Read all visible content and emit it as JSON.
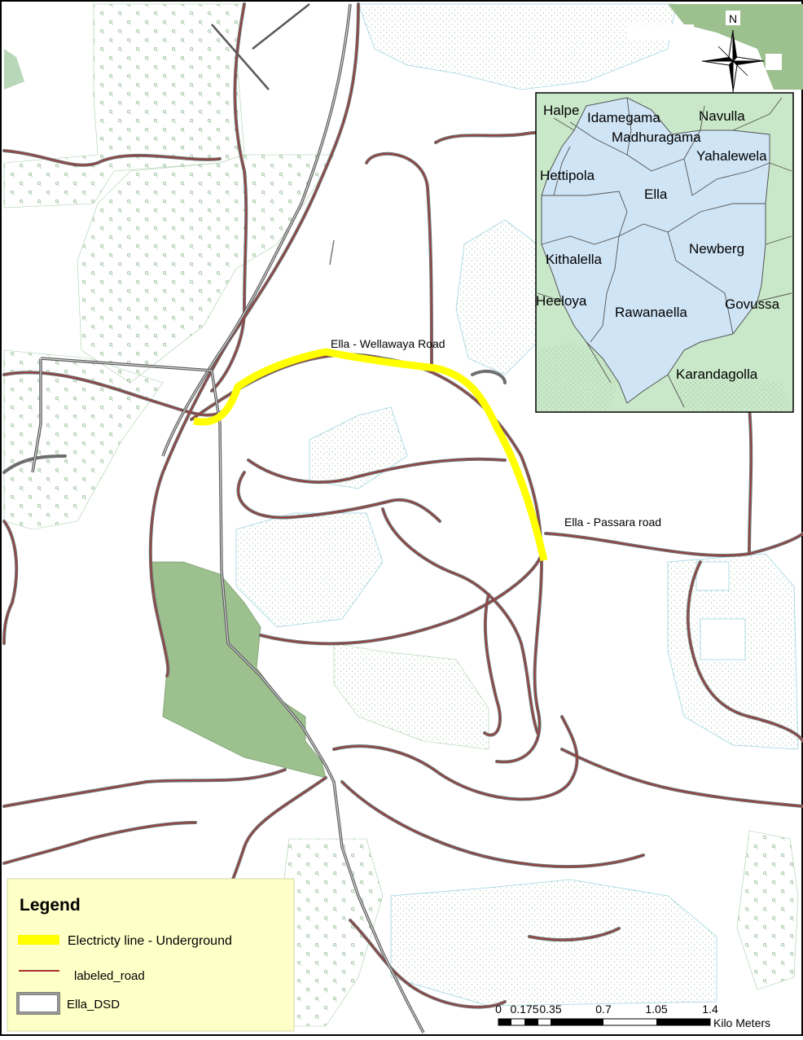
{
  "map": {
    "roads": {
      "wellawaya": "Ella - Wellawaya Road",
      "passara": "Ella - Passara road"
    },
    "north_label": "N",
    "colors": {
      "background": "#ffffff",
      "forest_dots": "#8fb88f",
      "scrub_dots": "#7fae7f",
      "dark_green": "#9cc08e",
      "road_outline": "#6e6e6e",
      "road_center": "#a83232",
      "boundary": "#5a5a5a",
      "electricity": "#ffff00",
      "water_edge": "#9fd4e0",
      "inset_fill": "#cfe4f5",
      "inset_outside": "#c9e8c9"
    }
  },
  "inset": {
    "places": [
      "Halpe",
      "Idamegama",
      "Navulla",
      "Madhuragama",
      "Yahalewela",
      "Hettipola",
      "Ella",
      "Newberg",
      "Kithalella",
      "Heeloya",
      "Rawanaella",
      "Govussa",
      "Karandagolla"
    ]
  },
  "legend": {
    "title": "Legend",
    "items": [
      {
        "label": "Electricty line  - Underground",
        "symbol": "electricity-line"
      },
      {
        "label": "labeled_road",
        "symbol": "road-line"
      },
      {
        "label": "Ella_DSD",
        "symbol": "boundary-box"
      }
    ],
    "background": "#ffffc8"
  },
  "scalebar": {
    "ticks": [
      "0",
      "0.175",
      "0.35",
      "0.7",
      "1.05",
      "1.4"
    ],
    "unit": "Kilo Meters"
  }
}
